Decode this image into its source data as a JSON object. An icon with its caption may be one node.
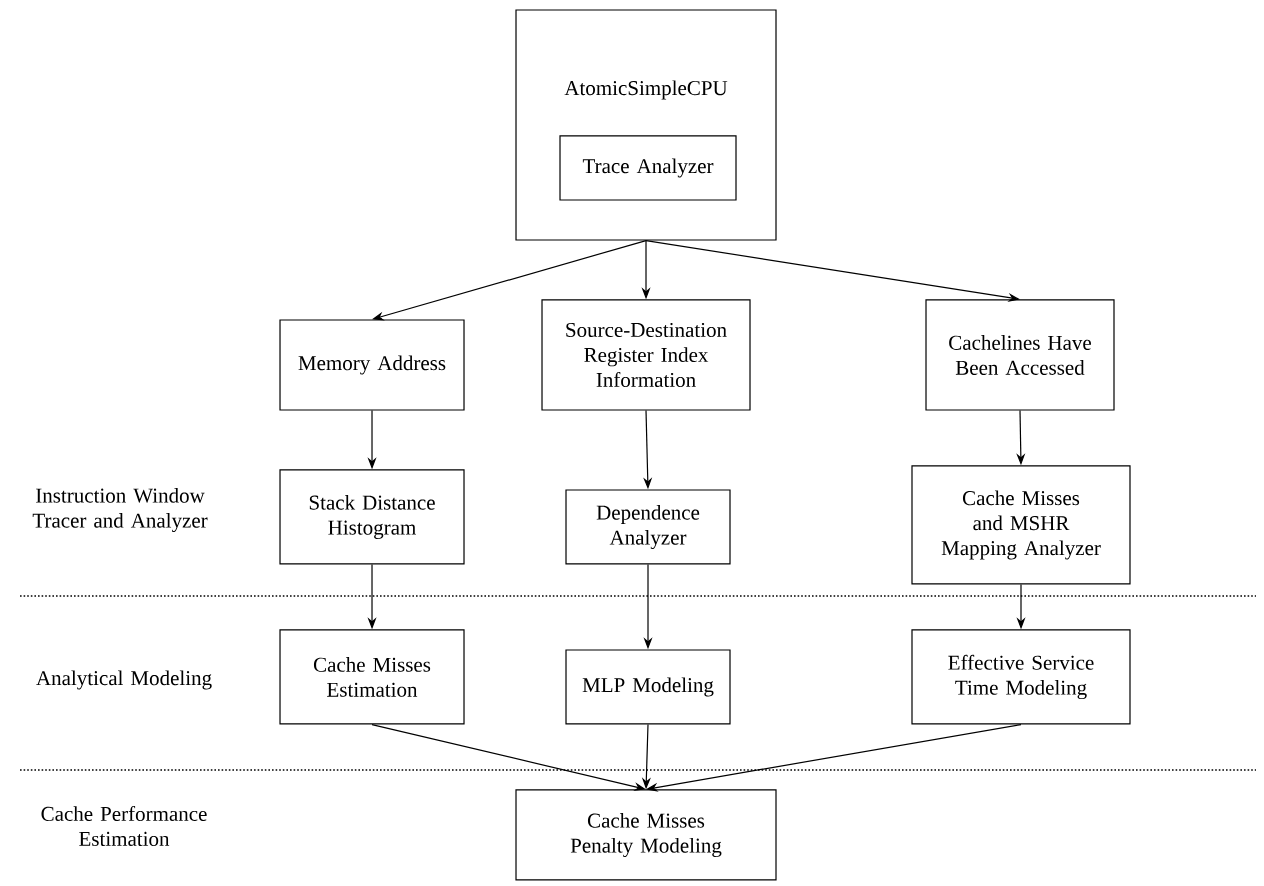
{
  "diagram": {
    "nodes": [
      {
        "text": [
          "AtomicSimpleCPU"
        ]
      },
      {
        "text": [
          "Trace Analyzer"
        ],
        "in": 0
      },
      {
        "text": [
          "Memory Address"
        ]
      },
      {
        "text": [
          "Source-Destination Register Index Information"
        ]
      },
      {
        "text": [
          "Cachelines Have Been Accessed"
        ]
      },
      {
        "text": [
          "Stack Distance Histogram"
        ]
      },
      {
        "text": [
          "Dependence Analyzer"
        ]
      },
      {
        "text": [
          "Cache Misses and MSHR Mapping Analyzer"
        ]
      },
      {
        "text": [
          "Cache Misses Estimation"
        ]
      },
      {
        "text": [
          "MLP Modeling"
        ]
      },
      {
        "text": [
          "Effective Service Time Modeling"
        ]
      },
      {
        "text": [
          "Cache Misses Penalty Modeling"
        ]
      }
    ],
    "edges": [
      {
        "from": 0,
        "to": 2,
        "arrow": "to"
      },
      {
        "from": 0,
        "to": 3,
        "arrow": "to"
      },
      {
        "from": 0,
        "to": 4,
        "arrow": "to"
      },
      {
        "from": 2,
        "to": 5,
        "arrow": "to"
      },
      {
        "from": 3,
        "to": 6,
        "arrow": "to"
      },
      {
        "from": 4,
        "to": 7,
        "arrow": "to"
      },
      {
        "from": 5,
        "to": 8,
        "arrow": "to"
      },
      {
        "from": 6,
        "to": 9,
        "arrow": "to"
      },
      {
        "from": 7,
        "to": 10,
        "arrow": "to"
      },
      {
        "from": 8,
        "to": 11,
        "arrow": "to"
      },
      {
        "from": 9,
        "to": 11,
        "arrow": "to"
      },
      {
        "from": 10,
        "to": 11,
        "arrow": "to"
      }
    ],
    "labels": [
      "Instruction Window Tracer and Analyzer",
      "Analytical Modeling",
      "Cache Performance Estimation"
    ]
  }
}
